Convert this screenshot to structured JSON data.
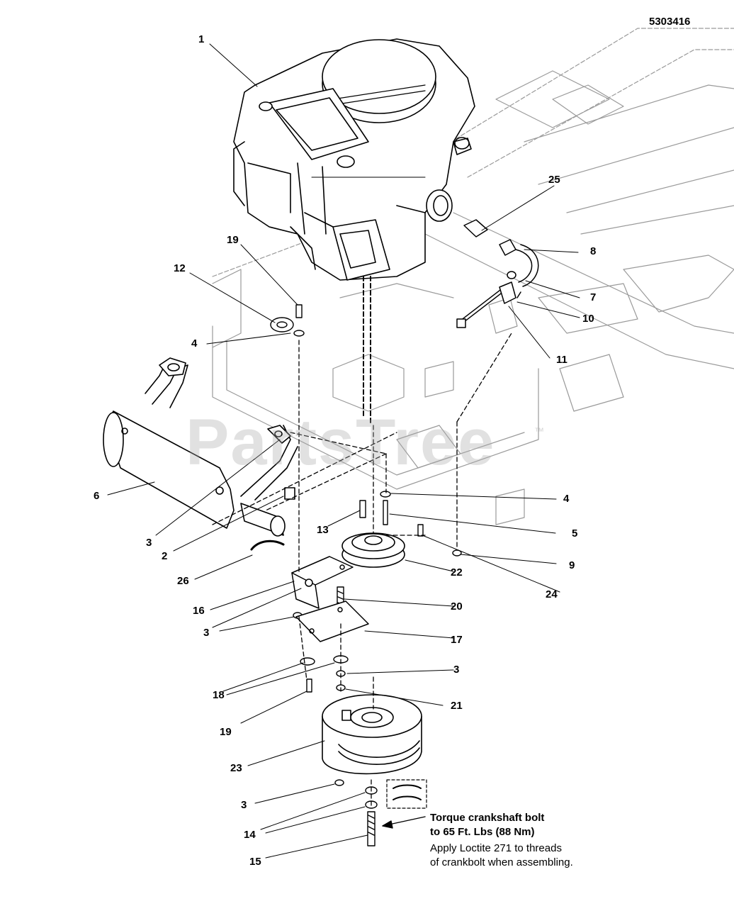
{
  "document": {
    "number": "5303416"
  },
  "watermark": {
    "text": "PartsTree",
    "tm": "™"
  },
  "callouts": [
    {
      "id": "c1",
      "label": "1"
    },
    {
      "id": "c25",
      "label": "25"
    },
    {
      "id": "c8",
      "label": "8"
    },
    {
      "id": "c19a",
      "label": "19"
    },
    {
      "id": "c12",
      "label": "12"
    },
    {
      "id": "c7",
      "label": "7"
    },
    {
      "id": "c10",
      "label": "10"
    },
    {
      "id": "c4a",
      "label": "4"
    },
    {
      "id": "c11",
      "label": "11"
    },
    {
      "id": "c6",
      "label": "6"
    },
    {
      "id": "c4b",
      "label": "4"
    },
    {
      "id": "c13",
      "label": "13"
    },
    {
      "id": "c5",
      "label": "5"
    },
    {
      "id": "c3a",
      "label": "3"
    },
    {
      "id": "c2",
      "label": "2"
    },
    {
      "id": "c9",
      "label": "9"
    },
    {
      "id": "c22",
      "label": "22"
    },
    {
      "id": "c26",
      "label": "26"
    },
    {
      "id": "c24",
      "label": "24"
    },
    {
      "id": "c16",
      "label": "16"
    },
    {
      "id": "c20",
      "label": "20"
    },
    {
      "id": "c3b",
      "label": "3"
    },
    {
      "id": "c17",
      "label": "17"
    },
    {
      "id": "c3c",
      "label": "3"
    },
    {
      "id": "c18",
      "label": "18"
    },
    {
      "id": "c21",
      "label": "21"
    },
    {
      "id": "c19b",
      "label": "19"
    },
    {
      "id": "c23",
      "label": "23"
    },
    {
      "id": "c3d",
      "label": "3"
    },
    {
      "id": "c14",
      "label": "14"
    },
    {
      "id": "c15",
      "label": "15"
    }
  ],
  "notes": {
    "torque_line1": "Torque crankshaft bolt",
    "torque_line2": "to 65 Ft. Lbs (88 Nm)",
    "loctite_line1": "Apply Loctite 271 to threads",
    "loctite_line2": "of crankbolt when assembling."
  },
  "colors": {
    "line": "#000000",
    "frame": "#9a9a9a",
    "watermark": "#aaaaaa"
  }
}
